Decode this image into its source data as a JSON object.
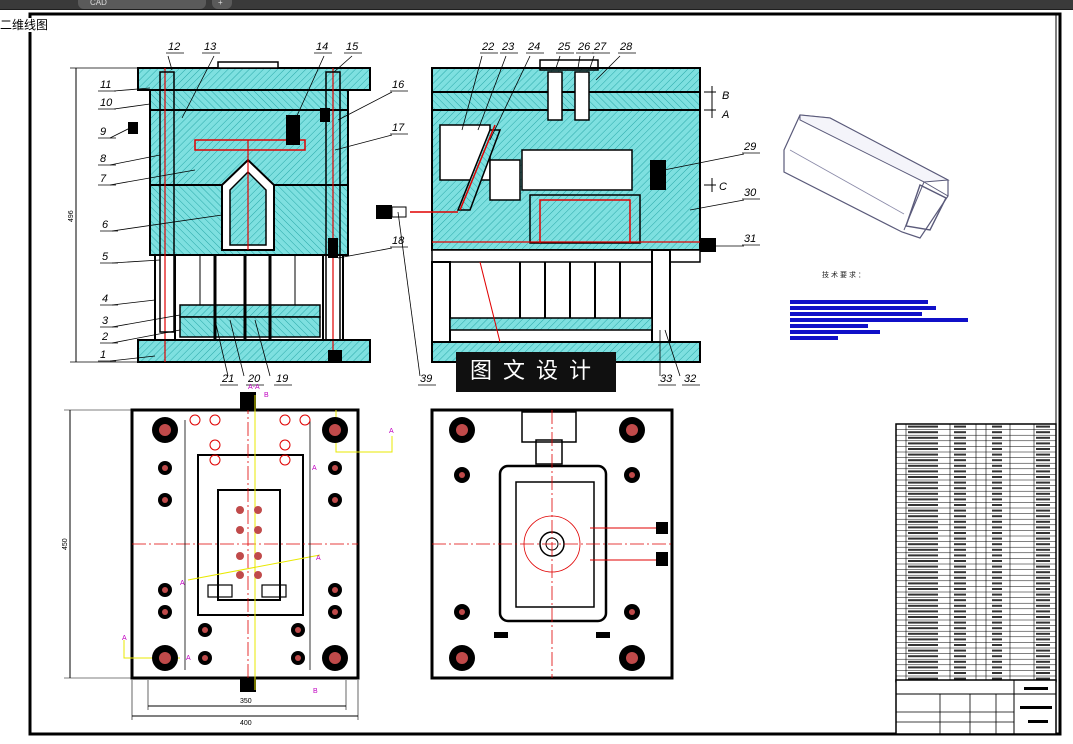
{
  "window": {
    "tab_label": "CAD",
    "view_label": "二维线图"
  },
  "drawing": {
    "part_numbers": [
      "1",
      "2",
      "3",
      "4",
      "5",
      "6",
      "7",
      "8",
      "9",
      "10",
      "11",
      "12",
      "13",
      "14",
      "15",
      "16",
      "17",
      "18",
      "19",
      "20",
      "21",
      "22",
      "23",
      "24",
      "25",
      "26",
      "27",
      "28",
      "29",
      "30",
      "31",
      "32",
      "33",
      "39"
    ],
    "section_letters": [
      "B",
      "A",
      "C"
    ],
    "section_marks": [
      "A-A",
      "A",
      "B"
    ],
    "dimensions": {
      "side_height": "496",
      "plan_height": "450",
      "plan_width_inner": "350",
      "plan_width_outer": "400"
    },
    "watermark_text": "图文设计",
    "tech_requirements_title": "技术要求：",
    "colors": {
      "hatch": "#5fd3d3",
      "outline": "#000000",
      "cut_red": "#e00000",
      "flow_yellow": "#e8e800",
      "marker_magenta": "#c000c0",
      "highlight_blue": "#1010c8"
    }
  }
}
